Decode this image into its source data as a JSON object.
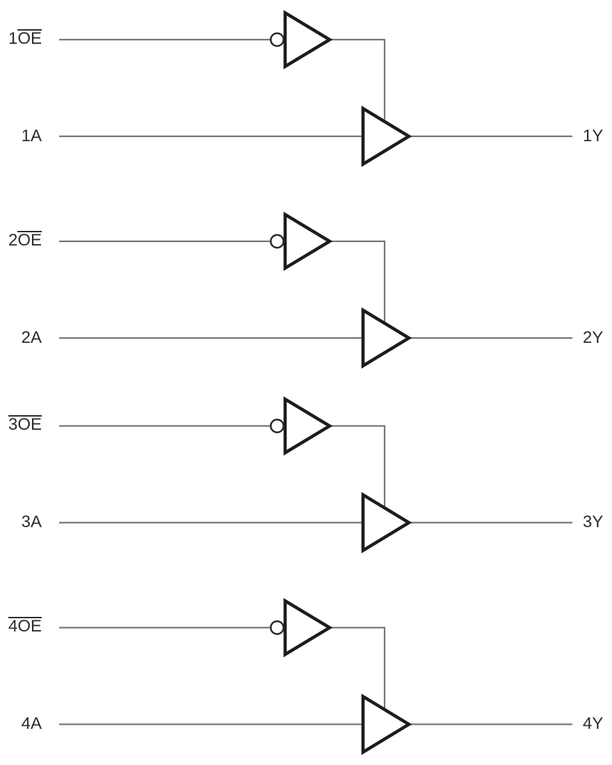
{
  "diagram": {
    "description": "Quad buffer logic diagram with active-low output enables",
    "channels": [
      {
        "oe_prefix": "1",
        "oe_barred": "OE",
        "a_label": "1A",
        "y_label": "1Y"
      },
      {
        "oe_prefix": "2",
        "oe_barred": "OE",
        "a_label": "2A",
        "y_label": "2Y"
      },
      {
        "oe_prefix": "",
        "oe_barred": "3OE",
        "a_label": "3A",
        "y_label": "3Y"
      },
      {
        "oe_prefix": "",
        "oe_barred": "4OE",
        "a_label": "4A",
        "y_label": "4Y"
      }
    ],
    "colors": {
      "wire": "#757575",
      "gate_outline": "#1c1c1c",
      "text": "#2b2b2b",
      "background": "#ffffff"
    }
  }
}
